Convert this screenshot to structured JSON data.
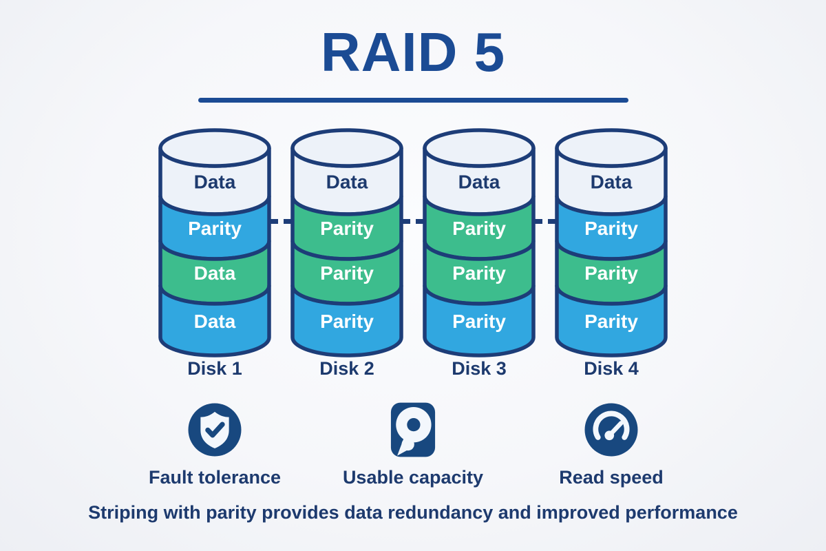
{
  "title": "RAID 5",
  "disks": [
    {
      "name": "Disk 1",
      "segments": [
        {
          "label": "Data",
          "color": "light"
        },
        {
          "label": "Parity",
          "color": "blue"
        },
        {
          "label": "Data",
          "color": "green"
        },
        {
          "label": "Data",
          "color": "blue"
        }
      ]
    },
    {
      "name": "Disk 2",
      "segments": [
        {
          "label": "Data",
          "color": "light"
        },
        {
          "label": "Parity",
          "color": "green"
        },
        {
          "label": "Parity",
          "color": "green"
        },
        {
          "label": "Parity",
          "color": "blue"
        }
      ]
    },
    {
      "name": "Disk 3",
      "segments": [
        {
          "label": "Data",
          "color": "light"
        },
        {
          "label": "Parity",
          "color": "green"
        },
        {
          "label": "Parity",
          "color": "green"
        },
        {
          "label": "Parity",
          "color": "blue"
        }
      ]
    },
    {
      "name": "Disk 4",
      "segments": [
        {
          "label": "Data",
          "color": "light"
        },
        {
          "label": "Parity",
          "color": "blue"
        },
        {
          "label": "Parity",
          "color": "green"
        },
        {
          "label": "Parity",
          "color": "blue"
        }
      ]
    }
  ],
  "features": [
    {
      "icon": "shield-check-icon",
      "label": "Fault tolerance"
    },
    {
      "icon": "hard-disk-icon",
      "label": "Usable capacity"
    },
    {
      "icon": "speedometer-icon",
      "label": "Read speed"
    }
  ],
  "caption": "Striping with parity provides data redundancy and improved performance",
  "colors": {
    "light": "#edf2f9",
    "blue": "#31a7e0",
    "green": "#3dbd8d",
    "outline": "#1d3d78",
    "text_dark": "#1d3a6e",
    "text_light": "#ffffff",
    "title_blue": "#1b4b94",
    "icon_navy": "#18487f",
    "icon_white": "#f3f7fc"
  }
}
